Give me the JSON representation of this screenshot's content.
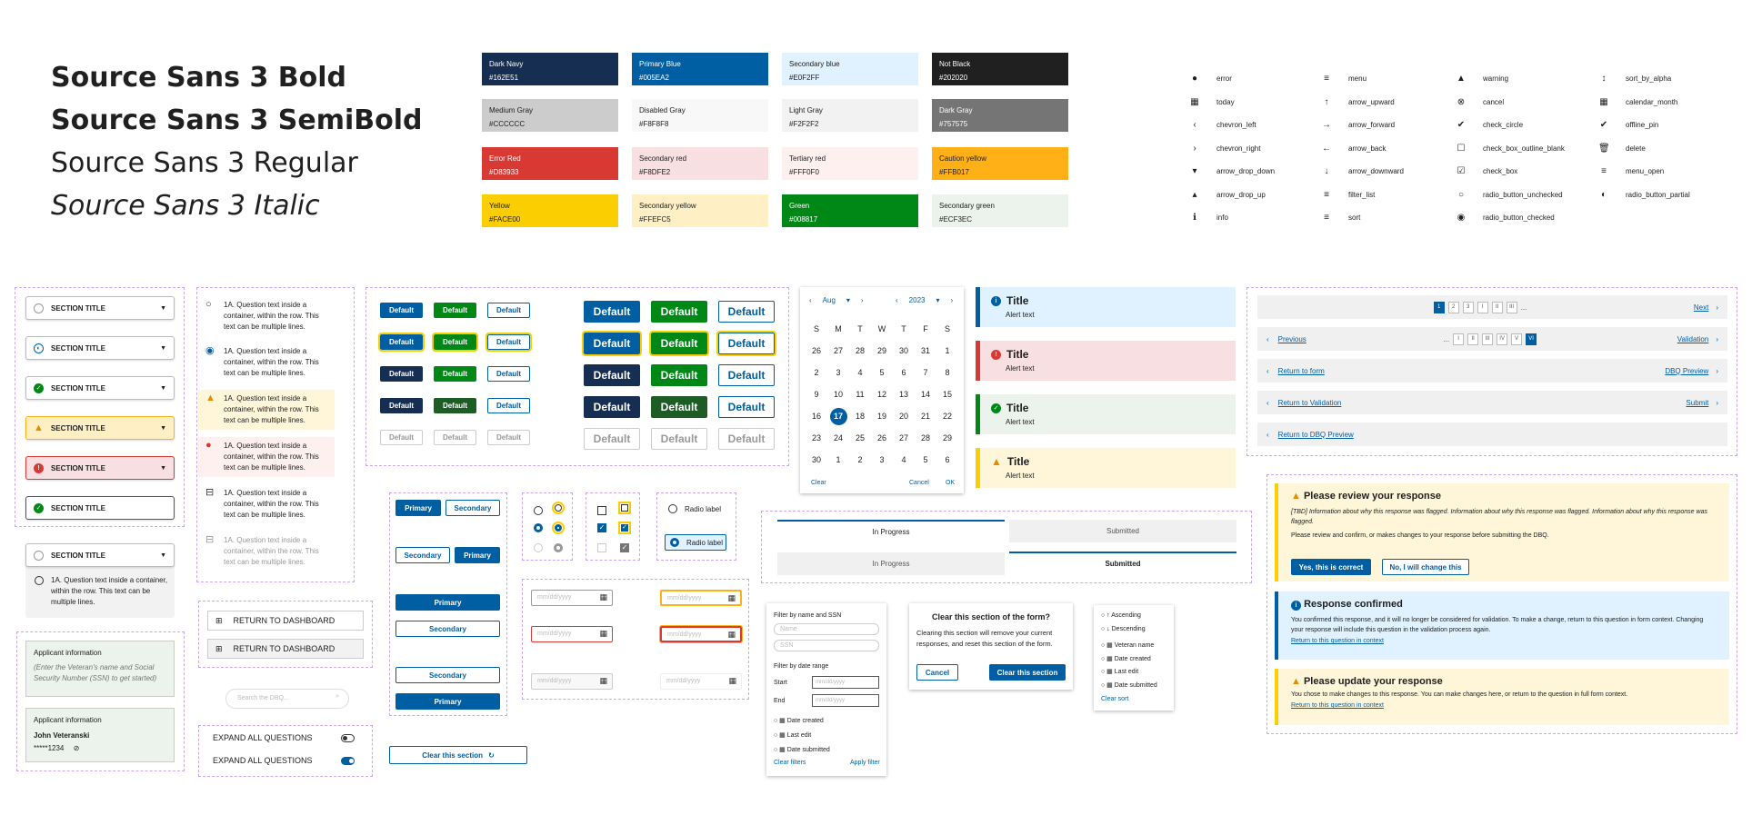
{
  "fonts": [
    "Source Sans 3 Bold",
    "Source Sans 3 SemiBold",
    "Source Sans 3 Regular",
    "Source Sans 3 Italic"
  ],
  "swatches": [
    {
      "name": "Dark Navy",
      "hex": "#162E51",
      "bg": "#162e51",
      "fg": "#ffffff"
    },
    {
      "name": "Primary Blue",
      "hex": "#005EA2",
      "bg": "#005ea2",
      "fg": "#ffffff"
    },
    {
      "name": "Secondary blue",
      "hex": "#E0F2FF",
      "bg": "#e0f2ff",
      "fg": "#202020"
    },
    {
      "name": "Not Black",
      "hex": "#202020",
      "bg": "#202020",
      "fg": "#ffffff"
    },
    {
      "name": "Medium Gray",
      "hex": "#CCCCCC",
      "bg": "#cccccc",
      "fg": "#202020"
    },
    {
      "name": "Disabled Gray",
      "hex": "#F8F8F8",
      "bg": "#f8f8f8",
      "fg": "#202020"
    },
    {
      "name": "Light Gray",
      "hex": "#F2F2F2",
      "bg": "#f2f2f2",
      "fg": "#202020"
    },
    {
      "name": "Dark Gray",
      "hex": "#757575",
      "bg": "#757575",
      "fg": "#ffffff"
    },
    {
      "name": "Error Red",
      "hex": "#D83933",
      "bg": "#d83933",
      "fg": "#ffffff"
    },
    {
      "name": "Secondary red",
      "hex": "#F8DFE2",
      "bg": "#f8dfe2",
      "fg": "#202020"
    },
    {
      "name": "Tertiary red",
      "hex": "#FFF0F0",
      "bg": "#fff0f0",
      "fg": "#202020"
    },
    {
      "name": "Caution yellow",
      "hex": "#FFB017",
      "bg": "#ffb017",
      "fg": "#202020"
    },
    {
      "name": "Yellow",
      "hex": "#FACE00",
      "bg": "#face00",
      "fg": "#202020"
    },
    {
      "name": "Secondary yellow",
      "hex": "#FFEFC5",
      "bg": "#ffefc5",
      "fg": "#202020"
    },
    {
      "name": "Green",
      "hex": "#008817",
      "bg": "#008817",
      "fg": "#ffffff"
    },
    {
      "name": "Secondary green",
      "hex": "#ECF3EC",
      "bg": "#ecf3ec",
      "fg": "#202020"
    }
  ],
  "icons": [
    [
      "error",
      "menu",
      "warning",
      "sort_by_alpha"
    ],
    [
      "today",
      "arrow_upward",
      "cancel",
      "calendar_month"
    ],
    [
      "chevron_left",
      "arrow_forward",
      "check_circle",
      "offline_pin"
    ],
    [
      "chevron_right",
      "arrow_back",
      "check_box_outline_blank",
      "delete"
    ],
    [
      "arrow_drop_down",
      "arrow_downward",
      "check_box",
      "menu_open"
    ],
    [
      "arrow_drop_up",
      "filter_list",
      "radio_button_unchecked",
      "radio_button_partial"
    ],
    [
      "info",
      "sort",
      "radio_button_checked",
      ""
    ]
  ],
  "icon_glyphs": [
    [
      "●",
      "≡",
      "▲",
      "↕"
    ],
    [
      "▦",
      "↑",
      "⊗",
      "▦"
    ],
    [
      "‹",
      "→",
      "✔",
      "✔"
    ],
    [
      "›",
      "←",
      "☐",
      "🗑"
    ],
    [
      "▾",
      "↓",
      "☑",
      "≡"
    ],
    [
      "▴",
      "≡",
      "○",
      "◐"
    ],
    [
      "ℹ",
      "≡",
      "◉",
      ""
    ]
  ],
  "section_title": "SECTION TITLE",
  "question_text": "1A. Question text inside a container, within the row. This text can be multiple lines.",
  "applicant": {
    "title": "Applicant information",
    "hint": "(Enter the Veteran's name and Social Security Number (SSN) to get started)",
    "name": "John Veteranski",
    "ssn": "*****1234"
  },
  "btn_default": "Default",
  "primary": "Primary",
  "secondary": "Secondary",
  "return_dashboard": "RETURN TO DASHBOARD",
  "search_placeholder": "Search the DBQ...",
  "expand": "EXPAND ALL QUESTIONS",
  "clear_section": "Clear this section",
  "radio_label": "Radio label",
  "date_placeholder": "mm/dd/yyyy",
  "calendar": {
    "month": "Aug",
    "year": "2023",
    "weekdays": [
      "S",
      "M",
      "T",
      "W",
      "T",
      "F",
      "S"
    ],
    "weeks": [
      [
        "26",
        "27",
        "28",
        "29",
        "30",
        "31",
        "1"
      ],
      [
        "2",
        "3",
        "4",
        "5",
        "6",
        "7",
        "8"
      ],
      [
        "9",
        "10",
        "11",
        "12",
        "13",
        "14",
        "15"
      ],
      [
        "16",
        "17",
        "18",
        "19",
        "20",
        "21",
        "22"
      ],
      [
        "23",
        "24",
        "25",
        "26",
        "27",
        "28",
        "29"
      ],
      [
        "30",
        "1",
        "2",
        "3",
        "4",
        "5",
        "6"
      ]
    ],
    "selected": "17",
    "clear": "Clear",
    "cancel": "Cancel",
    "ok": "OK"
  },
  "alerts": [
    {
      "title": "Title",
      "text": "Alert text"
    }
  ],
  "tabs": {
    "in_progress": "In Progress",
    "submitted": "Submitted"
  },
  "pagination": {
    "next": "Next",
    "previous": "Previous",
    "validation": "Validation",
    "return_form": "Return to form",
    "dbq_preview": "DBQ Preview",
    "return_validation": "Return to Validation",
    "submit": "Submit",
    "return_dbq": "Return to DBQ Preview",
    "ellipsis": "...",
    "row1": [
      "1",
      "2",
      "3",
      "I",
      "II",
      "III"
    ],
    "row2": [
      "I",
      "II",
      "III",
      "IV",
      "V",
      "VI"
    ]
  },
  "filter": {
    "by_name": "Filter by name and SSN",
    "name_ph": "Name",
    "ssn_ph": "SSN",
    "by_date": "Filter by date range",
    "start": "Start",
    "end": "End",
    "opts": [
      "Date created",
      "Last edit",
      "Date submitted"
    ],
    "clear": "Clear filters",
    "apply": "Apply filter"
  },
  "dialog": {
    "title": "Clear this section of the form?",
    "body": "Clearing this section will remove your current responses, and reset this section of the form.",
    "cancel": "Cancel",
    "confirm": "Clear this section"
  },
  "sort": {
    "opts": [
      "Ascending",
      "Descending",
      "Veteran name",
      "Date created",
      "Last edit",
      "Date submitted"
    ],
    "clear": "Clear sort"
  },
  "review": {
    "title": "Please review your response",
    "body": "[TBD] Information about why this response was flagged. Information about why this response was flagged. Information about why this response was flagged.",
    "body2": "Please review and confirm, or makes changes to your response before submitting the DBQ.",
    "yes": "Yes, this is correct",
    "no": "No, I will change this"
  },
  "confirmed": {
    "title": "Response confirmed",
    "body": "You confirmed this response, and it will no longer be considered for validation. To make a change, return to this question in form context. Changing your response will include this question in the validation process again.",
    "link": "Return to this question in context"
  },
  "update": {
    "title": "Please update your response",
    "body": "You chose to make changes to this response. You can make changes here, or return to the question in full form context.",
    "link": "Return to this question in context"
  }
}
